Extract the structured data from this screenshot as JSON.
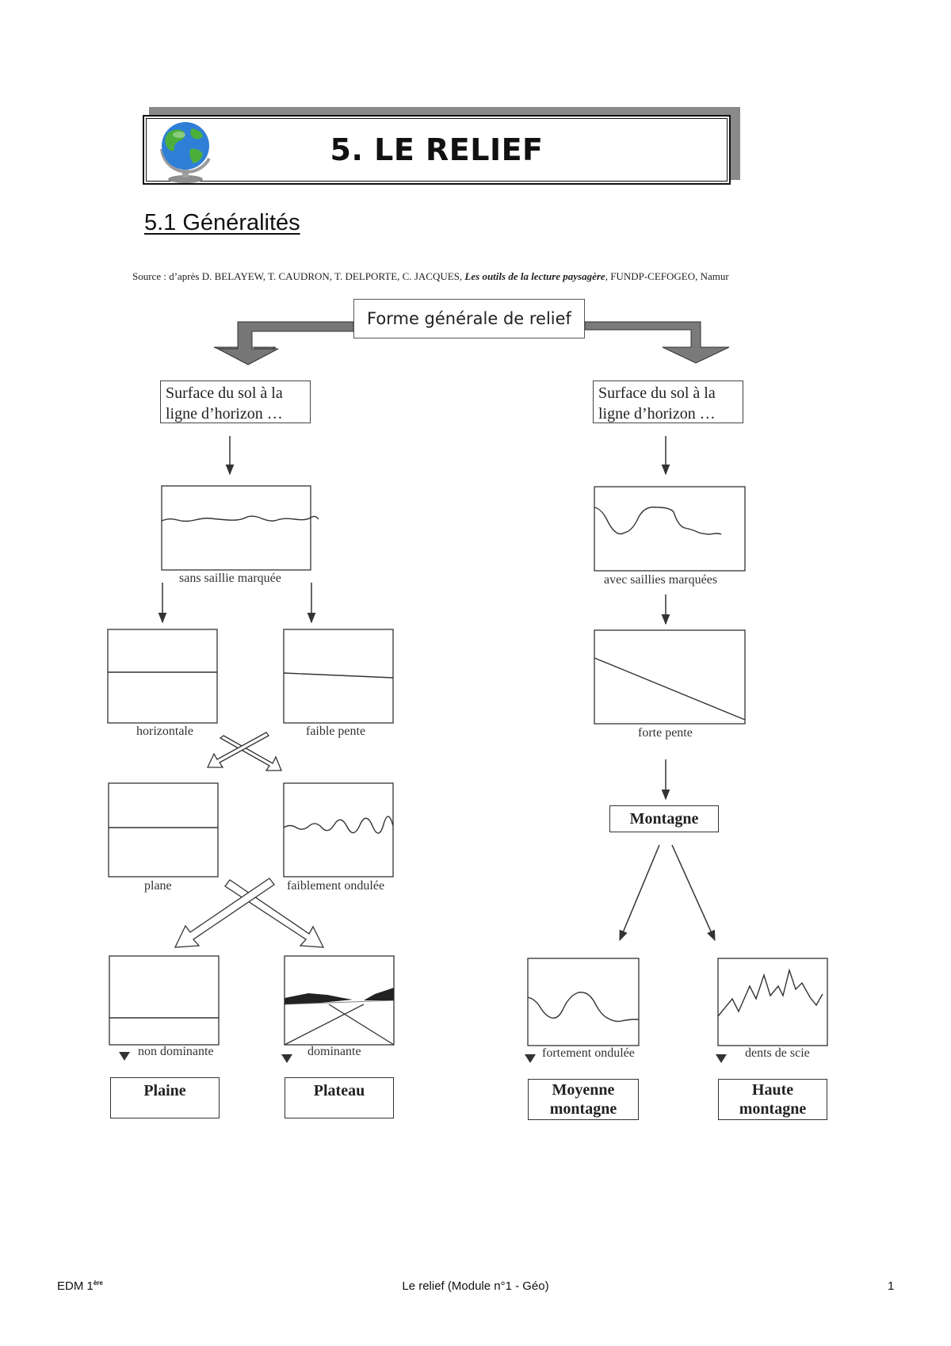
{
  "banner": {
    "title": "5. LE RELIEF",
    "icon": "globe-icon"
  },
  "section": {
    "heading": "5.1 Généralités"
  },
  "source": {
    "prefix": "Source : d’après D. BELAYEW, T. CAUDRON, T. DELPORTE, C. JACQUES, ",
    "title": "Les outils de la lecture paysagère",
    "suffix": ", FUNDP-CEFOGEO, Namur"
  },
  "diagram": {
    "root": "Forme générale de relief",
    "left": {
      "question": "Surface du sol à la ligne d’horizon …",
      "profile_caption": "sans saillie marquée",
      "slope_a": "horizontale",
      "slope_b": "faible pente",
      "surface_a": "plane",
      "surface_b": "faiblement ondulée",
      "position_a": "non dominante",
      "position_b": "dominante",
      "result_a": "Plaine",
      "result_b": "Plateau"
    },
    "right": {
      "question": "Surface du sol à la ligne d’horizon …",
      "profile_caption": "avec saillies marquées",
      "slope": "forte pente",
      "mid_result": "Montagne",
      "shape_a": "fortement ondulée",
      "shape_b": "dents de scie",
      "result_a": "Moyenne montagne",
      "result_b": "Haute montagne"
    }
  },
  "footer": {
    "left": "EDM 1",
    "left_sup": "ère",
    "center": "Le relief (Module n°1 - Géo)",
    "right": "1"
  }
}
